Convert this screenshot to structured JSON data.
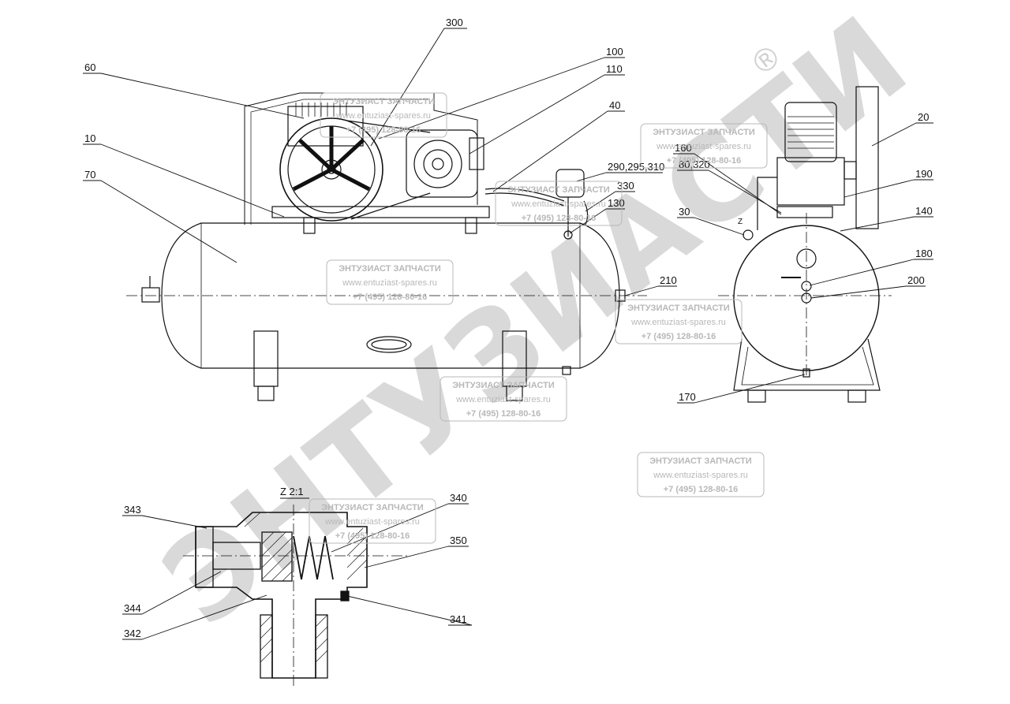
{
  "labels": [
    {
      "key": "300",
      "text": "300"
    },
    {
      "key": "100",
      "text": "100"
    },
    {
      "key": "110",
      "text": "110"
    },
    {
      "key": "60",
      "text": "60"
    },
    {
      "key": "40",
      "text": "40"
    },
    {
      "key": "10",
      "text": "10"
    },
    {
      "key": "70",
      "text": "70"
    },
    {
      "key": "290",
      "text": "290,295,310"
    },
    {
      "key": "330",
      "text": "330"
    },
    {
      "key": "130",
      "text": "130"
    },
    {
      "key": "210",
      "text": "210"
    },
    {
      "key": "160",
      "text": "160"
    },
    {
      "key": "80",
      "text": "80,320"
    },
    {
      "key": "20",
      "text": "20"
    },
    {
      "key": "190",
      "text": "190"
    },
    {
      "key": "140",
      "text": "140"
    },
    {
      "key": "30",
      "text": "30"
    },
    {
      "key": "180",
      "text": "180"
    },
    {
      "key": "200",
      "text": "200"
    },
    {
      "key": "170",
      "text": "170"
    },
    {
      "key": "343",
      "text": "343"
    },
    {
      "key": "340",
      "text": "340"
    },
    {
      "key": "350",
      "text": "350"
    },
    {
      "key": "344",
      "text": "344"
    },
    {
      "key": "342",
      "text": "342"
    },
    {
      "key": "341",
      "text": "341"
    }
  ],
  "detail_title": "Z 2:1",
  "detail_marker": "Z",
  "watermark": {
    "title": "ЭНТУЗИАСТ ЗАПЧАСТИ",
    "url": "www.entuziast-spares.ru",
    "phone": "+7 (495) 128-80-16",
    "big_text": "ЭНТУЗИАСТИ",
    "registered": "®"
  },
  "colors": {
    "line": "#111111",
    "watermark": "#b8b8b8",
    "big_watermark": "#d9d9d9"
  }
}
